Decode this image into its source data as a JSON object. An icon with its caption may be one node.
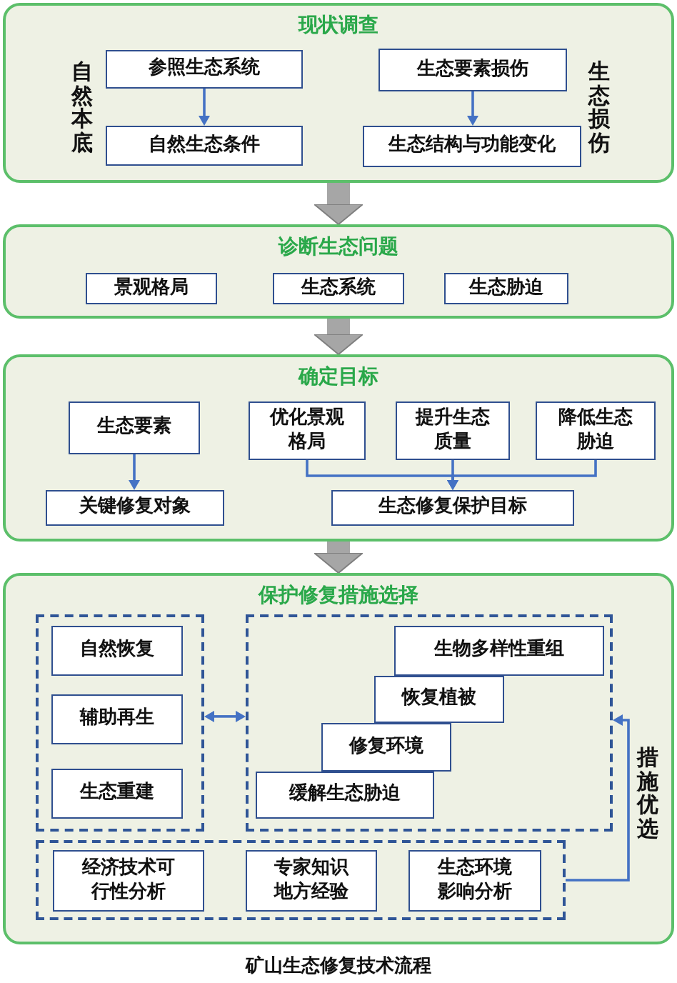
{
  "diagram": {
    "caption": "矿山生态修复技术流程",
    "nodes": [
      {
        "text": [
          "现状调查"
        ]
      },
      {
        "text": [
          "参照生态系统"
        ],
        "in": 0
      },
      {
        "text": [
          "生态要素损伤"
        ],
        "in": 0
      },
      {
        "text": [
          "自然生态条件"
        ],
        "in": 0
      },
      {
        "text": [
          "生态结构与功能变化"
        ],
        "in": 0
      },
      {
        "text": [
          "诊断生态问题"
        ]
      },
      {
        "text": [
          "景观格局"
        ],
        "in": 5
      },
      {
        "text": [
          "生态系统"
        ],
        "in": 5
      },
      {
        "text": [
          "生态胁迫"
        ],
        "in": 5
      },
      {
        "text": [
          "确定目标"
        ]
      },
      {
        "text": [
          "生态要素"
        ],
        "in": 9
      },
      {
        "text": [
          "优化景观格局"
        ],
        "in": 9
      },
      {
        "text": [
          "提升生态质量"
        ],
        "in": 9
      },
      {
        "text": [
          "降低生态胁迫"
        ],
        "in": 9
      },
      {
        "text": [
          "关键修复对象"
        ],
        "in": 9
      },
      {
        "text": [
          "生态修复保护目标"
        ],
        "in": 9
      },
      {
        "text": [
          "保护修复措施选择"
        ]
      },
      {
        "text": [],
        "shape": "box",
        "in": 16
      },
      {
        "text": [
          "自然恢复"
        ],
        "in": 17
      },
      {
        "text": [
          "辅助再生"
        ],
        "in": 17
      },
      {
        "text": [
          "生态重建"
        ],
        "in": 17
      },
      {
        "text": [],
        "shape": "box",
        "in": 16
      },
      {
        "text": [
          "生物多样性重组"
        ],
        "in": 21
      },
      {
        "text": [
          "恢复植被"
        ],
        "in": 21
      },
      {
        "text": [
          "修复环境"
        ],
        "in": 21
      },
      {
        "text": [
          "缓解生态胁迫"
        ],
        "in": 21
      },
      {
        "text": [],
        "shape": "box",
        "in": 16
      },
      {
        "text": [
          "经济技术可行性分析"
        ],
        "in": 26
      },
      {
        "text": [
          "专家知识地方经验"
        ],
        "in": 26
      },
      {
        "text": [
          "生态环境影响分析"
        ],
        "in": 26
      }
    ],
    "edges": [
      {
        "from": 0,
        "to": 5,
        "arrow": "to",
        "style": "thick",
        "color": "#a6a6a6"
      },
      {
        "from": 5,
        "to": 9,
        "arrow": "to",
        "style": "thick",
        "color": "#a6a6a6"
      },
      {
        "from": 9,
        "to": 16,
        "arrow": "to",
        "style": "thick",
        "color": "#a6a6a6"
      },
      {
        "from": 1,
        "to": 3,
        "arrow": "to"
      },
      {
        "from": 2,
        "to": 4,
        "arrow": "to"
      },
      {
        "from": 10,
        "to": 14,
        "arrow": "to"
      },
      {
        "from": 11,
        "to": 15,
        "arrow": "to"
      },
      {
        "from": 12,
        "to": 15,
        "arrow": "to"
      },
      {
        "from": 13,
        "to": 15,
        "arrow": "to"
      },
      {
        "from": 17,
        "to": 21,
        "arrow": "both"
      },
      {
        "from": 26,
        "to": 21,
        "arrow": "to",
        "label": "措施优选"
      }
    ],
    "labels": [
      "自然本底",
      "生态损伤"
    ]
  }
}
